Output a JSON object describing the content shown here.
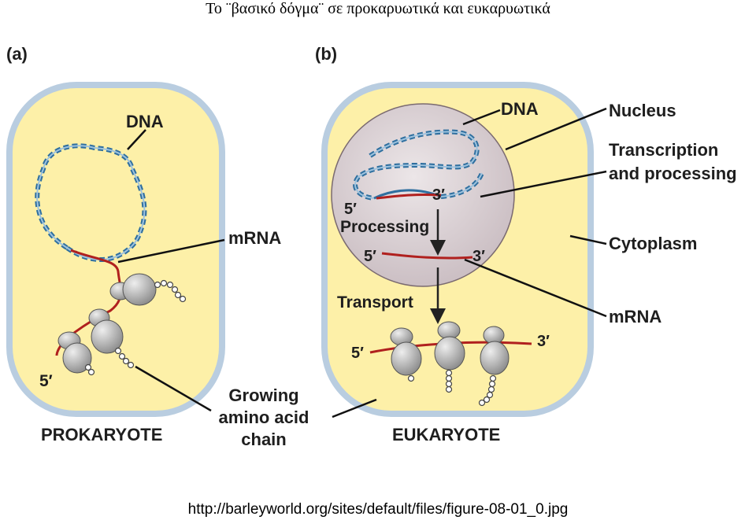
{
  "title": "Το ¨βασικό δόγμα¨ σε προκαρυωτικά και ευκαρυωτικά",
  "caption": "http://barleyworld.org/sites/default/files/figure-08-01_0.jpg",
  "colors": {
    "cell_fill": "#fdf0a8",
    "cell_border": "#b9cde0",
    "nucleus_fill": "#ddd3d6",
    "dna": "#2f6f9f",
    "mrna": "#b0201e",
    "ribosome": "#a9a9a9"
  },
  "panel_a": {
    "letter": "(a)",
    "dna": "DNA",
    "mrna": "mRNA",
    "five_prime": "5′",
    "growing_1": "Growing",
    "growing_2": "amino acid",
    "growing_3": "chain",
    "name": "PROKARYOTE"
  },
  "panel_b": {
    "letter": "(b)",
    "dna": "DNA",
    "nucleus": "Nucleus",
    "transcription_1": "Transcription",
    "transcription_2": "and processing",
    "cytoplasm": "Cytoplasm",
    "mrna": "mRNA",
    "processing": "Processing",
    "transport": "Transport",
    "five_prime": "5′",
    "three_prime": "3′",
    "name": "EUKARYOTE"
  }
}
